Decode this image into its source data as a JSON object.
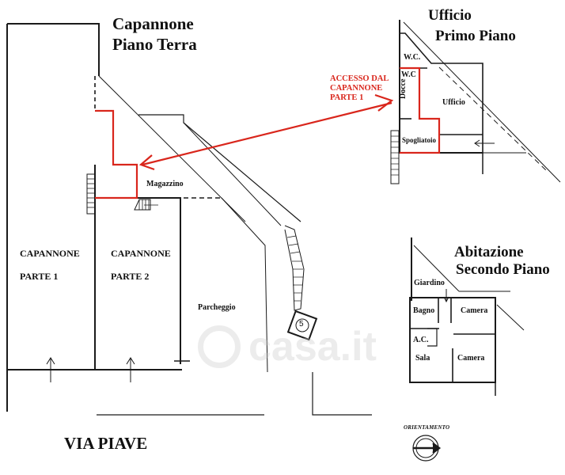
{
  "sections": {
    "ground_floor": {
      "title_line1": "Capannone",
      "title_line2": "Piano Terra",
      "rooms": {
        "magazzino": "Magazzino",
        "part1_line1": "CAPANNONE",
        "part1_line2": "PARTE 1",
        "part2_line1": "CAPANNONE",
        "part2_line2": "PARTE 2",
        "parking": "Parcheggio"
      },
      "stair_marker": "5"
    },
    "first_floor": {
      "title_line1": "Ufficio",
      "title_line2": "Primo Piano",
      "rooms": {
        "wc1": "W.C.",
        "wc2": "W.C",
        "docce": "Docce",
        "ufficio": "Ufficio",
        "spogliatoio": "Spogliatoio"
      }
    },
    "second_floor": {
      "title_line1": "Abitazione",
      "title_line2": "Secondo Piano",
      "rooms": {
        "giardino": "Giardino",
        "bagno": "Bagno",
        "camera1": "Camera",
        "ac": "A.C.",
        "sala": "Sala",
        "camera2": "Camera"
      }
    }
  },
  "annotation": {
    "text": "ACCESSO DAL CAPANNONE PARTE 1",
    "color": "#d9261c"
  },
  "street": "VIA PIAVE",
  "orientation_label": "ORIENTAMENTO",
  "watermark": "casa.it",
  "colors": {
    "line": "#1a1a1a",
    "highlight": "#d9261c",
    "background": "#ffffff"
  }
}
